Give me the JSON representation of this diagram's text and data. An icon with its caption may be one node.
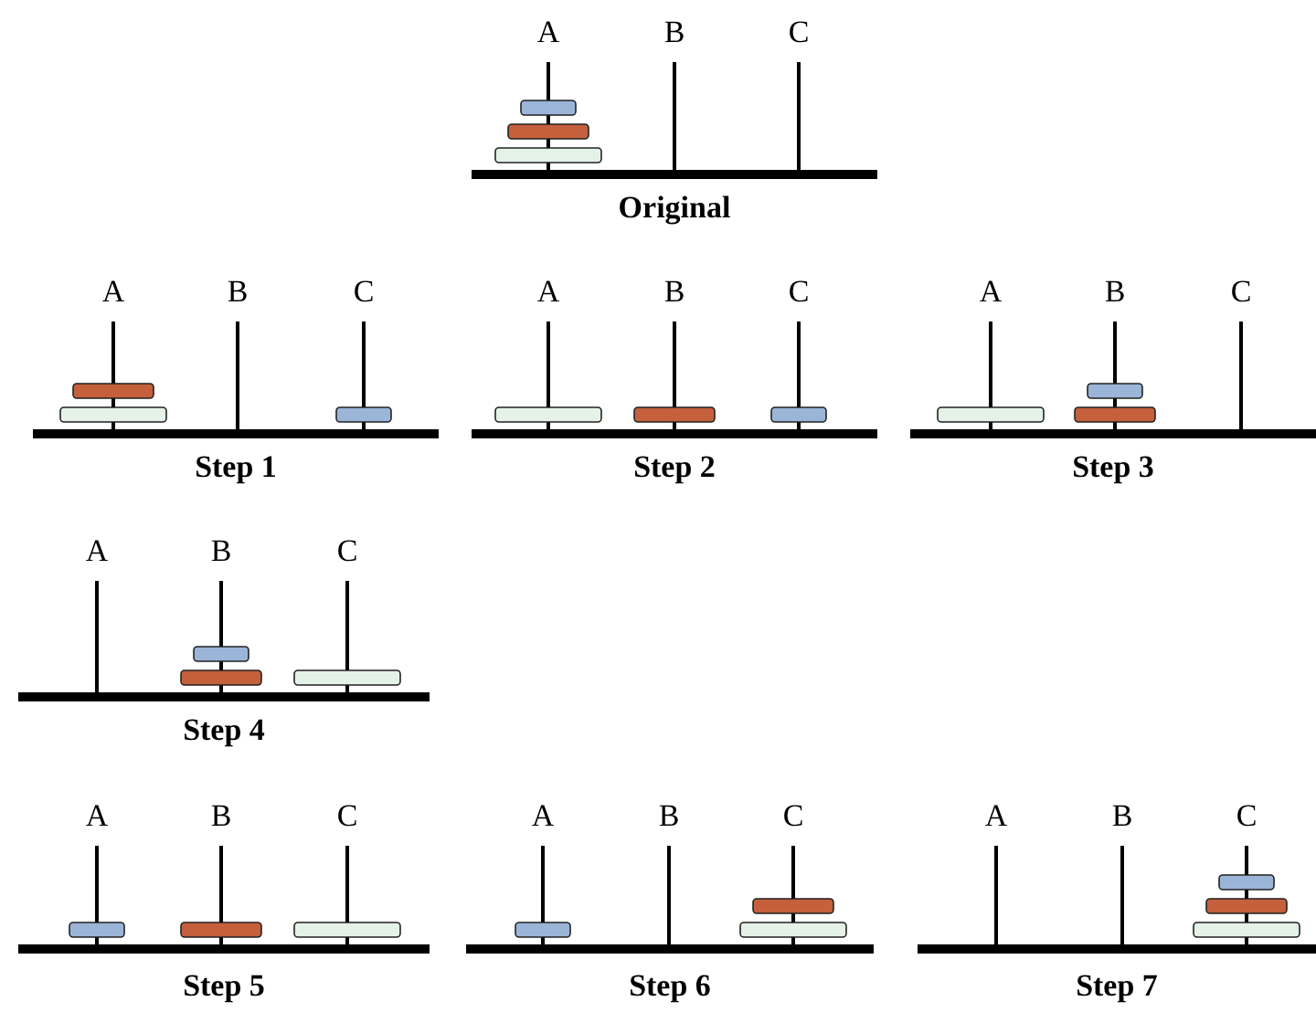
{
  "diagram": {
    "labels": [
      "A",
      "B",
      "C",
      "Original",
      "A",
      "B",
      "C",
      "A",
      "B",
      "C",
      "A",
      "B",
      "C",
      "Step 1",
      "Step 2",
      "Step 3",
      "A",
      "B",
      "C",
      "Step 4",
      "A",
      "B",
      "C",
      "A",
      "B",
      "C",
      "A",
      "B",
      "C",
      "Step 5",
      "Step 6",
      "Step 7"
    ]
  }
}
